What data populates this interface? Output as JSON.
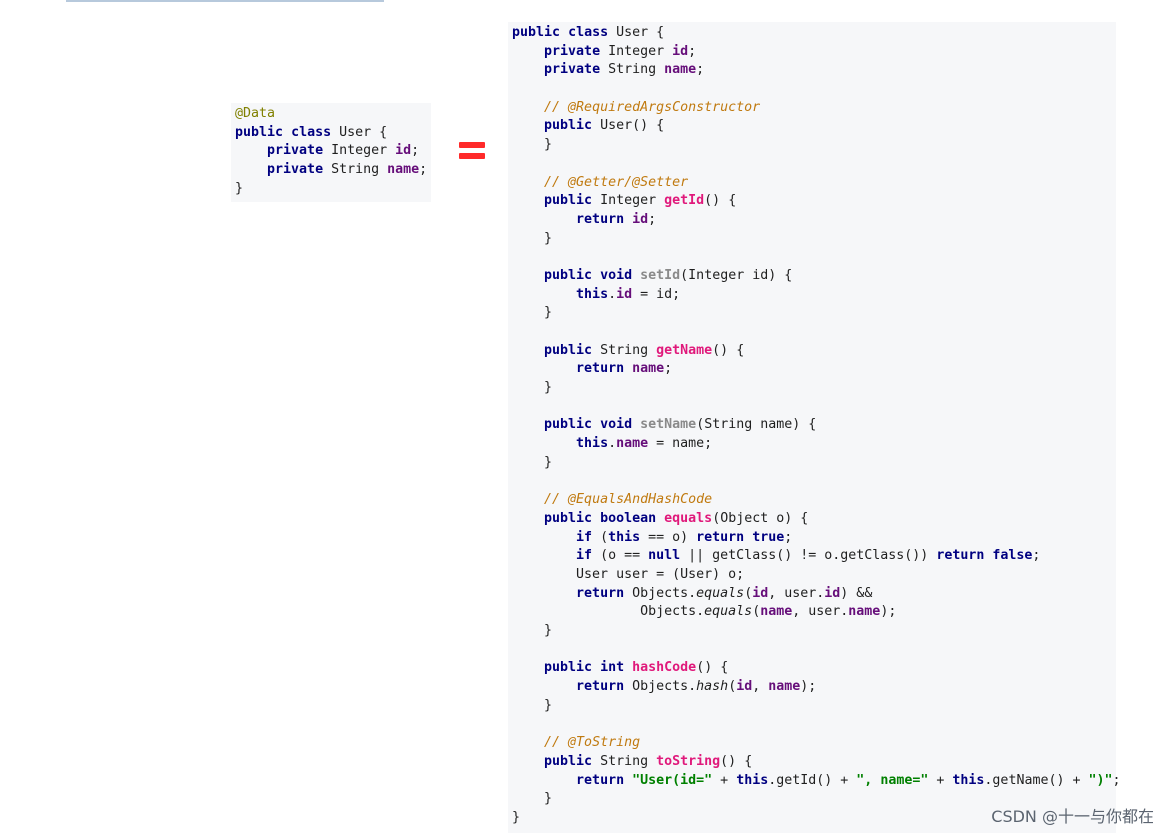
{
  "watermark": "CSDN @十一与你都在",
  "left_code": [
    "@Data",
    "public class User {",
    "    private Integer id;",
    "    private String name;",
    "}"
  ],
  "right_code": [
    "public class User {",
    "    private Integer id;",
    "    private String name;",
    "",
    "    // @RequiredArgsConstructor",
    "    public User() {",
    "    }",
    "",
    "    // @Getter/@Setter",
    "    public Integer getId() {",
    "        return id;",
    "    }",
    "",
    "    public void setId(Integer id) {",
    "        this.id = id;",
    "    }",
    "",
    "    public String getName() {",
    "        return name;",
    "    }",
    "",
    "    public void setName(String name) {",
    "        this.name = name;",
    "    }",
    "",
    "    // @EqualsAndHashCode",
    "    public boolean equals(Object o) {",
    "        if (this == o) return true;",
    "        if (o == null || getClass() != o.getClass()) return false;",
    "        User user = (User) o;",
    "        return Objects.equals(id, user.id) &&",
    "                Objects.equals(name, user.name);",
    "    }",
    "",
    "    public int hashCode() {",
    "        return Objects.hash(id, name);",
    "    }",
    "",
    "    // @ToString",
    "    public String toString() {",
    "        return \"User(id=\" + this.getId() + \", name=\" + this.getName() + \")\";",
    "    }",
    "}"
  ]
}
